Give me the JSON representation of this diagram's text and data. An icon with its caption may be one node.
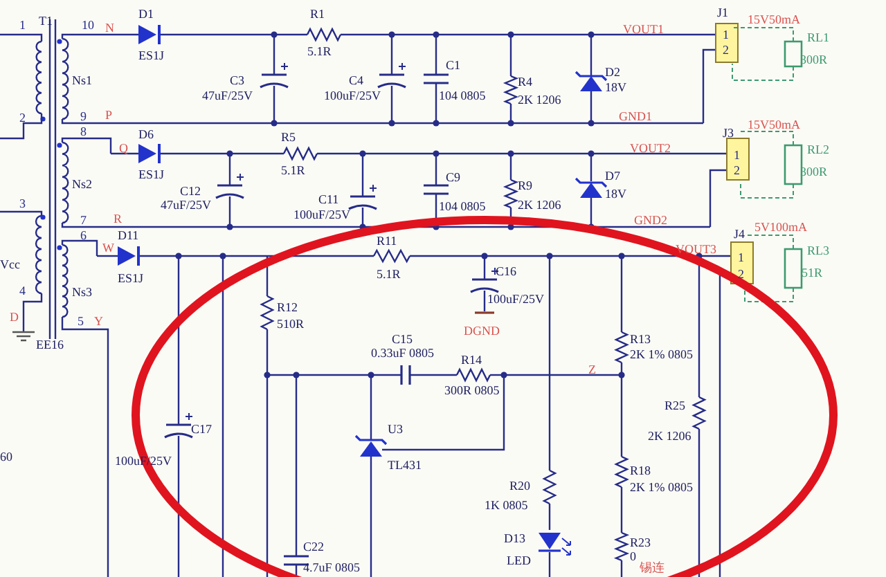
{
  "diagram": {
    "labels": [
      "1",
      "T1",
      "10",
      "N",
      "D1",
      "R1",
      "J1",
      "15V50mA",
      "ES1J",
      "5.1R",
      "VOUT1",
      "1",
      "RL1",
      "2",
      "C3",
      "47uF/25V",
      "C4",
      "100uF/25V",
      "C1",
      "104 0805",
      "R4",
      "2K 1206",
      "D2",
      "18V",
      "Ns1",
      "300R",
      "2",
      "9",
      "P",
      "GND1",
      "8",
      "Q",
      "D6",
      "R5",
      "ES1J",
      "5.1R",
      "J3",
      "15V50mA",
      "VOUT2",
      "RL2",
      "1",
      "2",
      "Ns2",
      "C12",
      "47uF/25V",
      "C11",
      "100uF/25V",
      "C9",
      "104 0805",
      "R9",
      "2K 1206",
      "D7",
      "18V",
      "300R",
      "3",
      "7",
      "R",
      "GND2",
      "6",
      "W",
      "D11",
      "R11",
      "J4",
      "5V100mA",
      "VOUT3",
      "1",
      "2",
      "RL3",
      "ES1J",
      "5.1R",
      "C16",
      "Vcc",
      "100uF/25V",
      "4",
      "Ns3",
      "D",
      "R12",
      "510R",
      "DGND",
      "5",
      "Y",
      "EE16",
      "R13",
      "2K 1% 0805",
      "C15",
      "0.33uF 0805",
      "R14",
      "300R 0805",
      "Z",
      "R25",
      "2K 1206",
      "U3",
      "TL431",
      "C17",
      "100uF/25V",
      "60",
      "R20",
      "1K 0805",
      "R18",
      "2K 1% 0805",
      "C22",
      "4.7uF 0805",
      "D13",
      "LED",
      "R23",
      "0",
      "锡连",
      "51R"
    ]
  }
}
